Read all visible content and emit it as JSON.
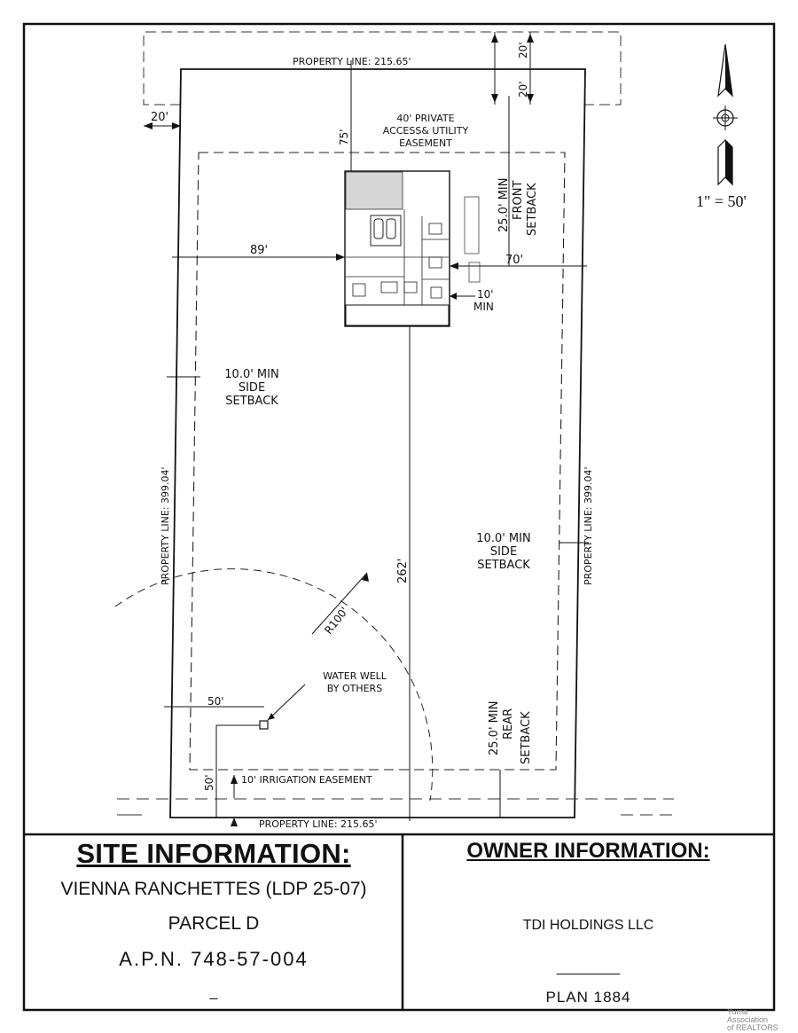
{
  "plan": {
    "property_line_top": "PROPERTY LINE: 215.65'",
    "property_line_bottom": "PROPERTY LINE: 215.65'",
    "property_line_left": "PROPERTY LINE: 399.04'",
    "property_line_right": "PROPERTY LINE: 399.04'",
    "easement_access": [
      "40' PRIVATE",
      "ACCESS& UTILITY",
      "EASEMENT"
    ],
    "dim_20_left": "20'",
    "dim_20_top_a": "20'",
    "dim_20_top_b": "20'",
    "dim_75": "75'",
    "dim_89": "89'",
    "dim_70": "70'",
    "dim_10_min": [
      "10'",
      "MIN"
    ],
    "front_setback": [
      "25.0' MIN",
      "FRONT",
      "SETBACK"
    ],
    "rear_setback": [
      "25.0' MIN",
      "REAR",
      "SETBACK"
    ],
    "side_setback_left": [
      "10.0' MIN",
      "SIDE",
      "SETBACK"
    ],
    "side_setback_right": [
      "10.0' MIN",
      "SIDE",
      "SETBACK"
    ],
    "dim_262": "262'",
    "radius": "R100'",
    "well": [
      "WATER WELL",
      "BY OTHERS"
    ],
    "dim_50_h": "50'",
    "dim_50_v": "50'",
    "irrigation": "10' IRRIGATION EASEMENT",
    "north": "N",
    "scale": "1\" = 50'"
  },
  "site_info": {
    "heading": "SITE INFORMATION:",
    "subdivision": "VIENNA RANCHETTES (LDP 25-07)",
    "parcel": "PARCEL  D",
    "apn": "A.P.N.  748-57-004",
    "extra": "_"
  },
  "owner_info": {
    "heading": "OWNER INFORMATION:",
    "owner": "TDI HOLDINGS LLC",
    "line": "________",
    "plan": "PLAN 1884"
  },
  "watermark": [
    "Yuma",
    "Association",
    "of REALTORS"
  ]
}
